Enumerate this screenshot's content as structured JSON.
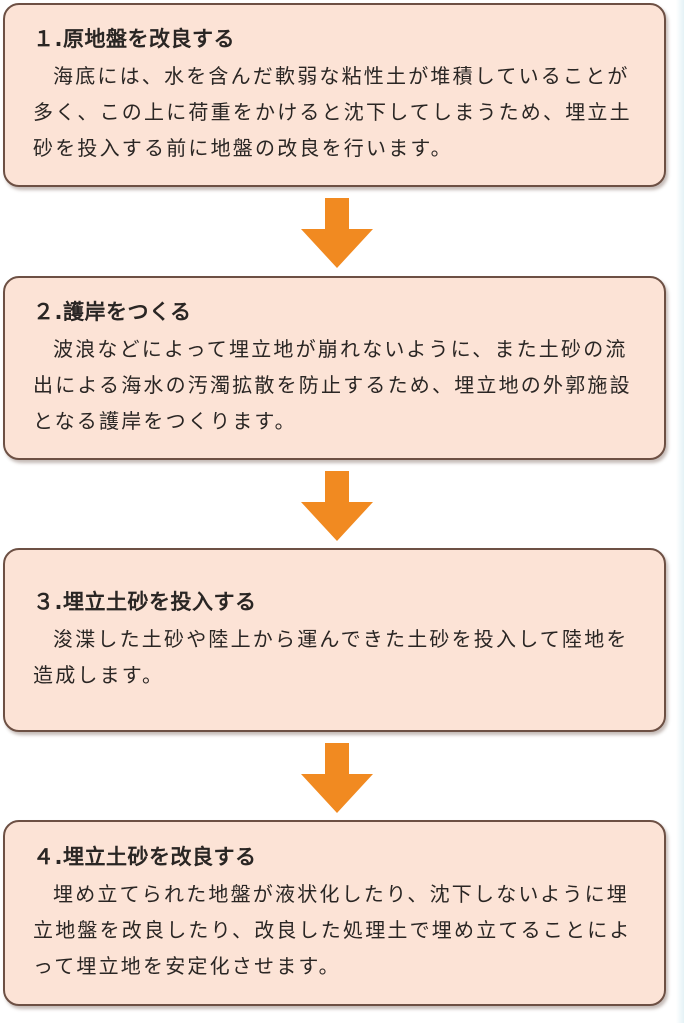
{
  "colors": {
    "box_fill": "#fce3d6",
    "box_border": "#6d5044",
    "arrow": "#f18a21",
    "text": "#2a2624"
  },
  "arrow_icon": "down-arrow-icon",
  "steps": [
    {
      "title": "１.原地盤を改良する",
      "body": "海底には、水を含んだ軟弱な粘性土が堆積していることが多く、この上に荷重をかけると沈下してしまうため、埋立土砂を投入する前に地盤の改良を行います。"
    },
    {
      "title": "２.護岸をつくる",
      "body": "波浪などによって埋立地が崩れないように、また土砂の流出による海水の汚濁拡散を防止するため、埋立地の外郭施設となる護岸をつくります。"
    },
    {
      "title": "３.埋立土砂を投入する",
      "body": "浚渫した土砂や陸上から運んできた土砂を投入して陸地を造成します。"
    },
    {
      "title": "４.埋立土砂を改良する",
      "body": "埋め立てられた地盤が液状化したり、沈下しないように埋立地盤を改良したり、改良した処理土で埋め立てることによって埋立地を安定化させます。"
    }
  ]
}
